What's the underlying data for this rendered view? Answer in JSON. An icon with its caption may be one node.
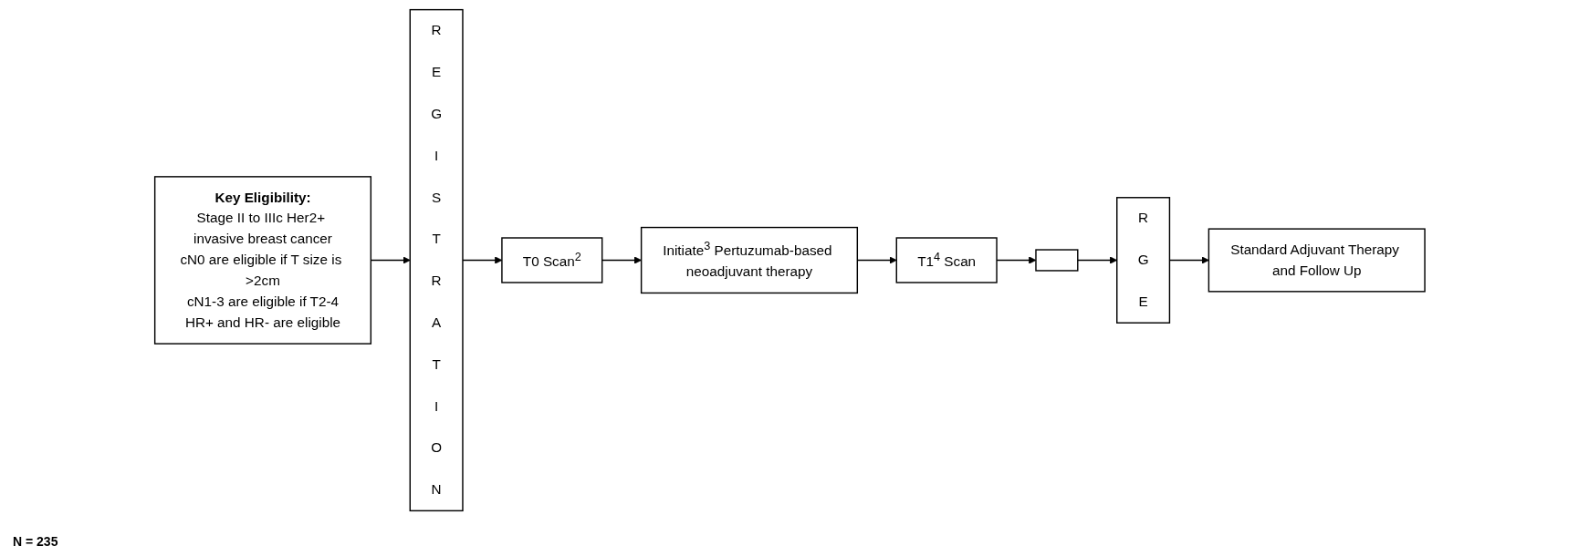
{
  "diagram": {
    "nodes": [
      {
        "text": [
          "Key Eligibility:",
          "Stage II to IIIc Her2+ invasive breast cancer",
          "cN0 are eligible if T size is >2cm",
          "cN1-3 are eligible if T2-4",
          "HR+ and HR- are eligible"
        ]
      },
      {
        "text": [
          "REGISTRATION"
        ]
      },
      {
        "text": [
          "T0 Scan$^{2}$"
        ]
      },
      {
        "text": [
          "Initiate$^{3}$ Pertuzumab-based neoadjuvant therapy"
        ]
      },
      {
        "text": [
          "T1$^{4}$ Scan"
        ]
      },
      {
        "text": [],
        "shape": "box"
      },
      {
        "text": [
          "RGE"
        ]
      },
      {
        "text": [
          "Standard Adjuvant Therapy and Follow Up"
        ]
      }
    ],
    "edges": [
      {
        "from": 0,
        "to": 1,
        "arrow": "to"
      },
      {
        "from": 1,
        "to": 2,
        "arrow": "to"
      },
      {
        "from": 2,
        "to": 3,
        "arrow": "to"
      },
      {
        "from": 3,
        "to": 4,
        "arrow": "to"
      },
      {
        "from": 4,
        "to": 5,
        "arrow": "to"
      },
      {
        "from": 5,
        "to": 6,
        "arrow": "to"
      },
      {
        "from": 6,
        "to": 7,
        "arrow": "to"
      }
    ],
    "labels": [
      "N = 235"
    ]
  }
}
